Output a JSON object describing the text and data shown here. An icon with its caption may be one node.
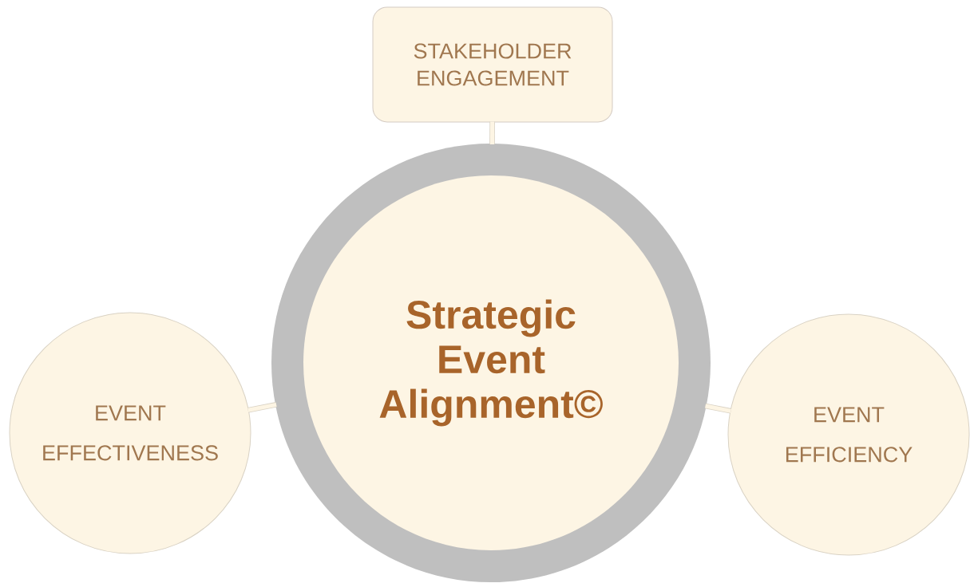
{
  "diagram": {
    "nodes": [
      {
        "text": [
          "STAKEHOLDER ENGAGEMENT"
        ]
      },
      {
        "text": [
          "Strategic Event Alignment©"
        ]
      },
      {
        "text": [
          "EVENT EFFECTIVENESS"
        ]
      },
      {
        "text": [
          "EVENT EFFICIENCY"
        ]
      }
    ],
    "edges": [
      {
        "from": 1,
        "to": 0,
        "arrow": "none"
      },
      {
        "from": 1,
        "to": 2,
        "arrow": "none"
      },
      {
        "from": 1,
        "to": 3,
        "arrow": "none"
      }
    ]
  }
}
